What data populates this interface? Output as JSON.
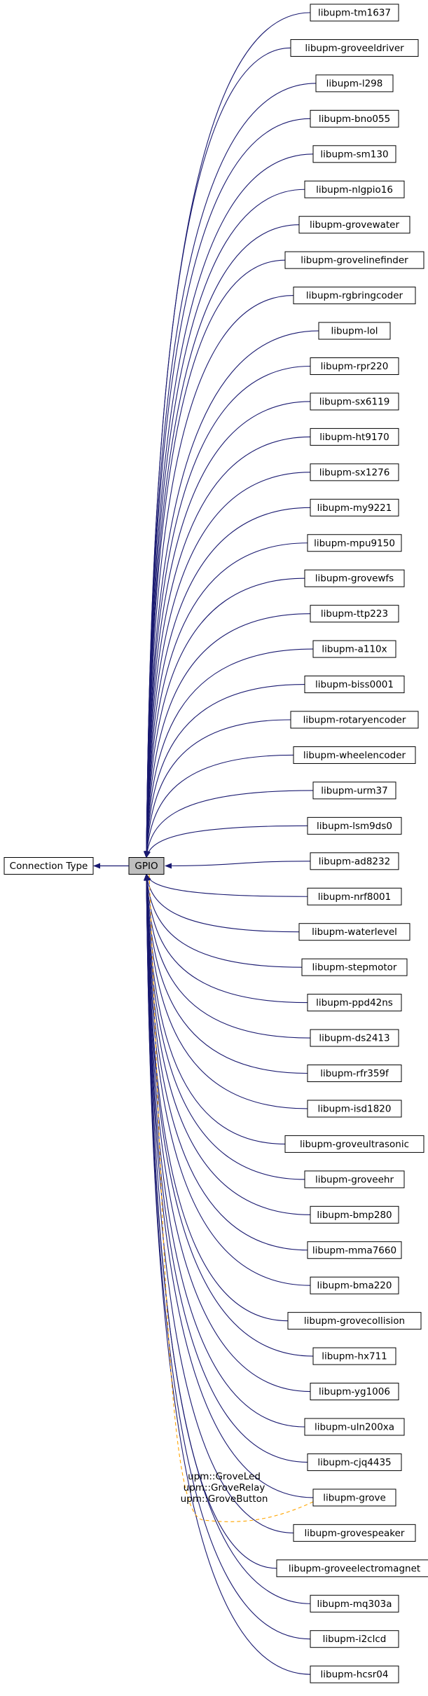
{
  "colors": {
    "edge": "#191970",
    "dashed_edge": "#ffa500",
    "hub_fill": "#bfbfbf",
    "node_fill": "#ffffff",
    "border": "#000000"
  },
  "parent_node": "Connection Type",
  "hub_node": "GPIO",
  "dependent_libraries": [
    "libupm-tm1637",
    "libupm-groveeldriver",
    "libupm-l298",
    "libupm-bno055",
    "libupm-sm130",
    "libupm-nlgpio16",
    "libupm-grovewater",
    "libupm-grovelinefinder",
    "libupm-rgbringcoder",
    "libupm-lol",
    "libupm-rpr220",
    "libupm-sx6119",
    "libupm-ht9170",
    "libupm-sx1276",
    "libupm-my9221",
    "libupm-mpu9150",
    "libupm-grovewfs",
    "libupm-ttp223",
    "libupm-a110x",
    "libupm-biss0001",
    "libupm-rotaryencoder",
    "libupm-wheelencoder",
    "libupm-urm37",
    "libupm-lsm9ds0",
    "libupm-ad8232",
    "libupm-nrf8001",
    "libupm-waterlevel",
    "libupm-stepmotor",
    "libupm-ppd42ns",
    "libupm-ds2413",
    "libupm-rfr359f",
    "libupm-isd1820",
    "libupm-groveultrasonic",
    "libupm-groveehr",
    "libupm-bmp280",
    "libupm-mma7660",
    "libupm-bma220",
    "libupm-grovecollision",
    "libupm-hx711",
    "libupm-yg1006",
    "libupm-uln200xa",
    "libupm-cjq4435",
    "libupm-grove",
    "libupm-grovespeaker",
    "libupm-groveelectromagnet",
    "libupm-mq303a",
    "libupm-i2clcd",
    "libupm-hcsr04"
  ],
  "dashed_edge": {
    "target": "libupm-grove",
    "labels": [
      "upm::GroveLed",
      "upm::GroveRelay",
      "upm::GroveButton"
    ]
  }
}
